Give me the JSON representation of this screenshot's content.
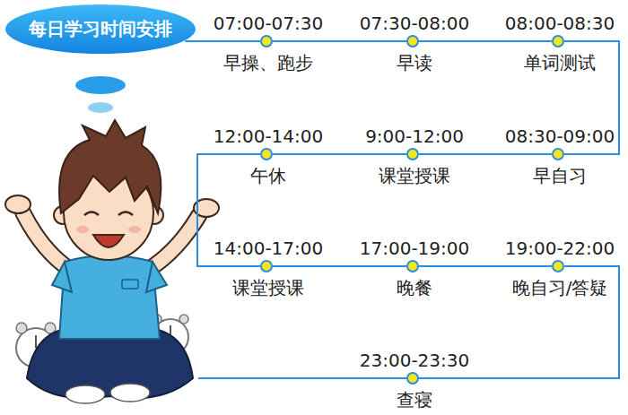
{
  "diagram": {
    "nodes": [
      {
        "text": [
          "每日学习时间安排"
        ]
      },
      {
        "text": [
          "07:00-07:30",
          "早操、跑步"
        ]
      },
      {
        "text": [
          "07:30-08:00",
          "早读"
        ]
      },
      {
        "text": [
          "08:00-08:30",
          "单词测试"
        ]
      },
      {
        "text": [
          "08:30-09:00",
          "早自习"
        ]
      },
      {
        "text": [
          "9:00-12:00",
          "课堂授课"
        ]
      },
      {
        "text": [
          "12:00-14:00",
          "午休"
        ]
      },
      {
        "text": [
          "14:00-17:00",
          "课堂授课"
        ]
      },
      {
        "text": [
          "17:00-19:00",
          "晚餐"
        ]
      },
      {
        "text": [
          "19:00-22:00",
          "晚自习/答疑"
        ]
      },
      {
        "text": [
          "23:00-23:30",
          "查寝"
        ]
      }
    ],
    "edges": [
      {
        "from": 0,
        "to": 1,
        "arrow": "none"
      },
      {
        "from": 1,
        "to": 2,
        "arrow": "none"
      },
      {
        "from": 2,
        "to": 3,
        "arrow": "none"
      },
      {
        "from": 3,
        "to": 4,
        "arrow": "none"
      },
      {
        "from": 4,
        "to": 5,
        "arrow": "none"
      },
      {
        "from": 5,
        "to": 6,
        "arrow": "none"
      },
      {
        "from": 6,
        "to": 7,
        "arrow": "none"
      },
      {
        "from": 7,
        "to": 8,
        "arrow": "none"
      },
      {
        "from": 8,
        "to": 9,
        "arrow": "none"
      },
      {
        "from": 9,
        "to": 10,
        "arrow": "none"
      }
    ]
  }
}
